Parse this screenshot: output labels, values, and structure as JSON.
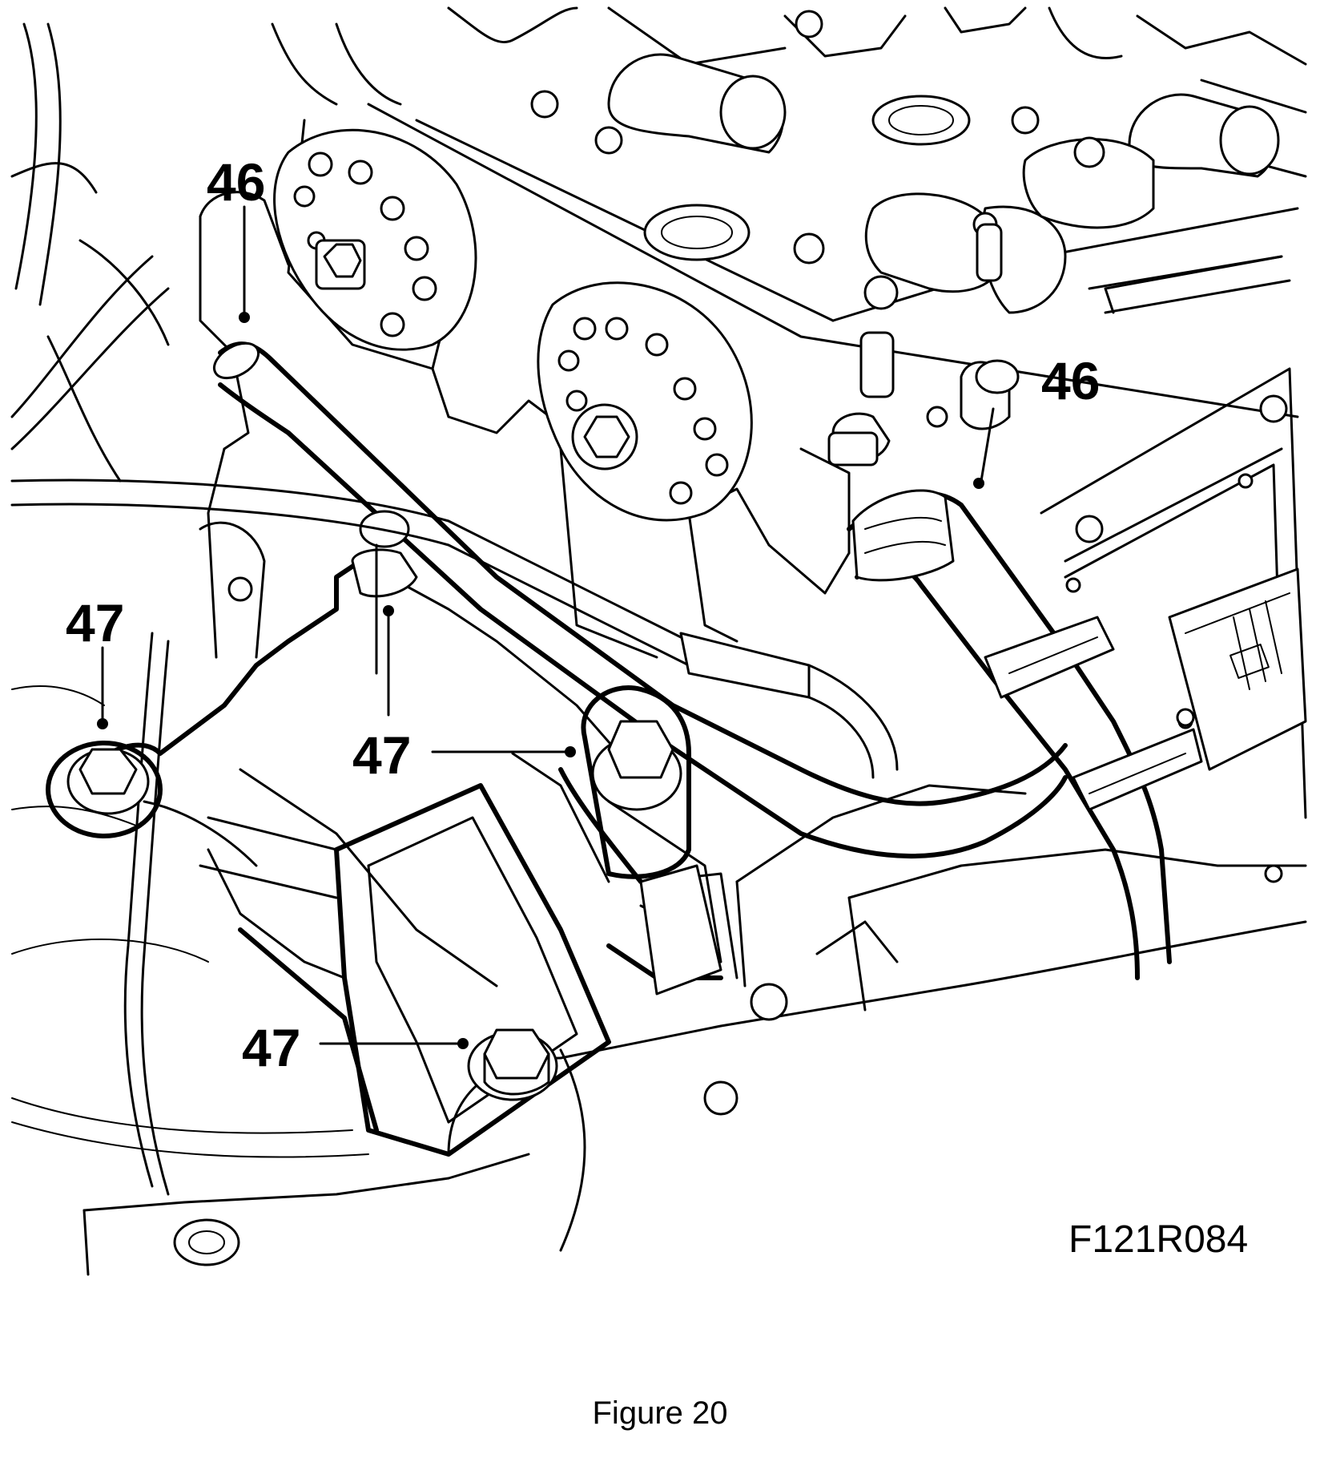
{
  "callouts": [
    {
      "id": "callout-46-top",
      "text": "46"
    },
    {
      "id": "callout-46-right",
      "text": "46"
    },
    {
      "id": "callout-47-left",
      "text": "47"
    },
    {
      "id": "callout-47-middle",
      "text": "47"
    },
    {
      "id": "callout-47-bottom",
      "text": "47"
    }
  ],
  "figure_code": "F121R084",
  "caption": "Figure 20"
}
